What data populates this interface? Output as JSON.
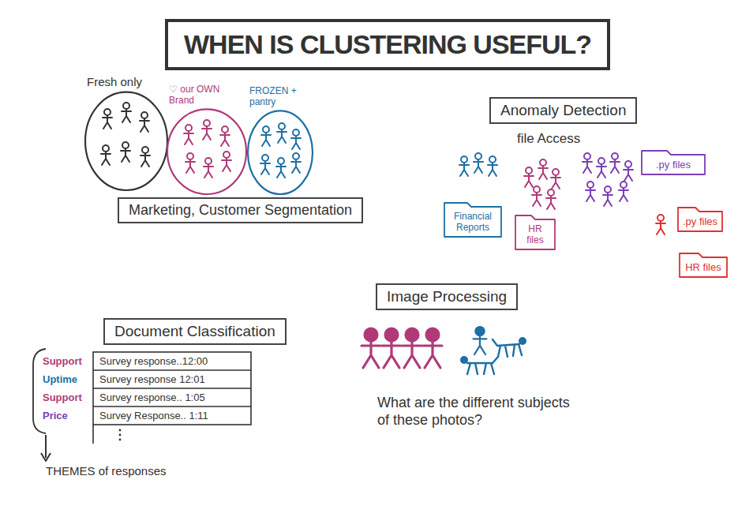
{
  "diagram": {
    "title": "WHEN IS CLUSTERING USEFUL?",
    "nodes": [
      {
        "text": [
          "Fresh only"
        ]
      },
      {
        "text": [
          "♡ our OWN Brand"
        ]
      },
      {
        "text": [
          "FROZEN + pantry"
        ]
      },
      {
        "text": [
          "Marketing, Customer Segmentation"
        ]
      },
      {
        "text": [
          "Anomaly Detection"
        ]
      },
      {
        "text": [
          "Financial Reports"
        ]
      },
      {
        "text": [
          "HR files"
        ]
      },
      {
        "text": [
          ".py files"
        ]
      },
      {
        "text": [
          ".py files"
        ]
      },
      {
        "text": [
          "HR files"
        ]
      },
      {
        "text": [
          "Image Processing"
        ]
      },
      {
        "text": [
          "Document Classification"
        ]
      }
    ],
    "labels": [
      "file Access",
      "Support",
      "Uptime",
      "Support",
      "Price",
      "Survey response..12:00",
      "Survey response 12:01",
      "Survey response.. 1:05",
      "Survey Response.. 1:11",
      "THEMES of responses",
      "What are the different subjects of these photos?"
    ]
  }
}
